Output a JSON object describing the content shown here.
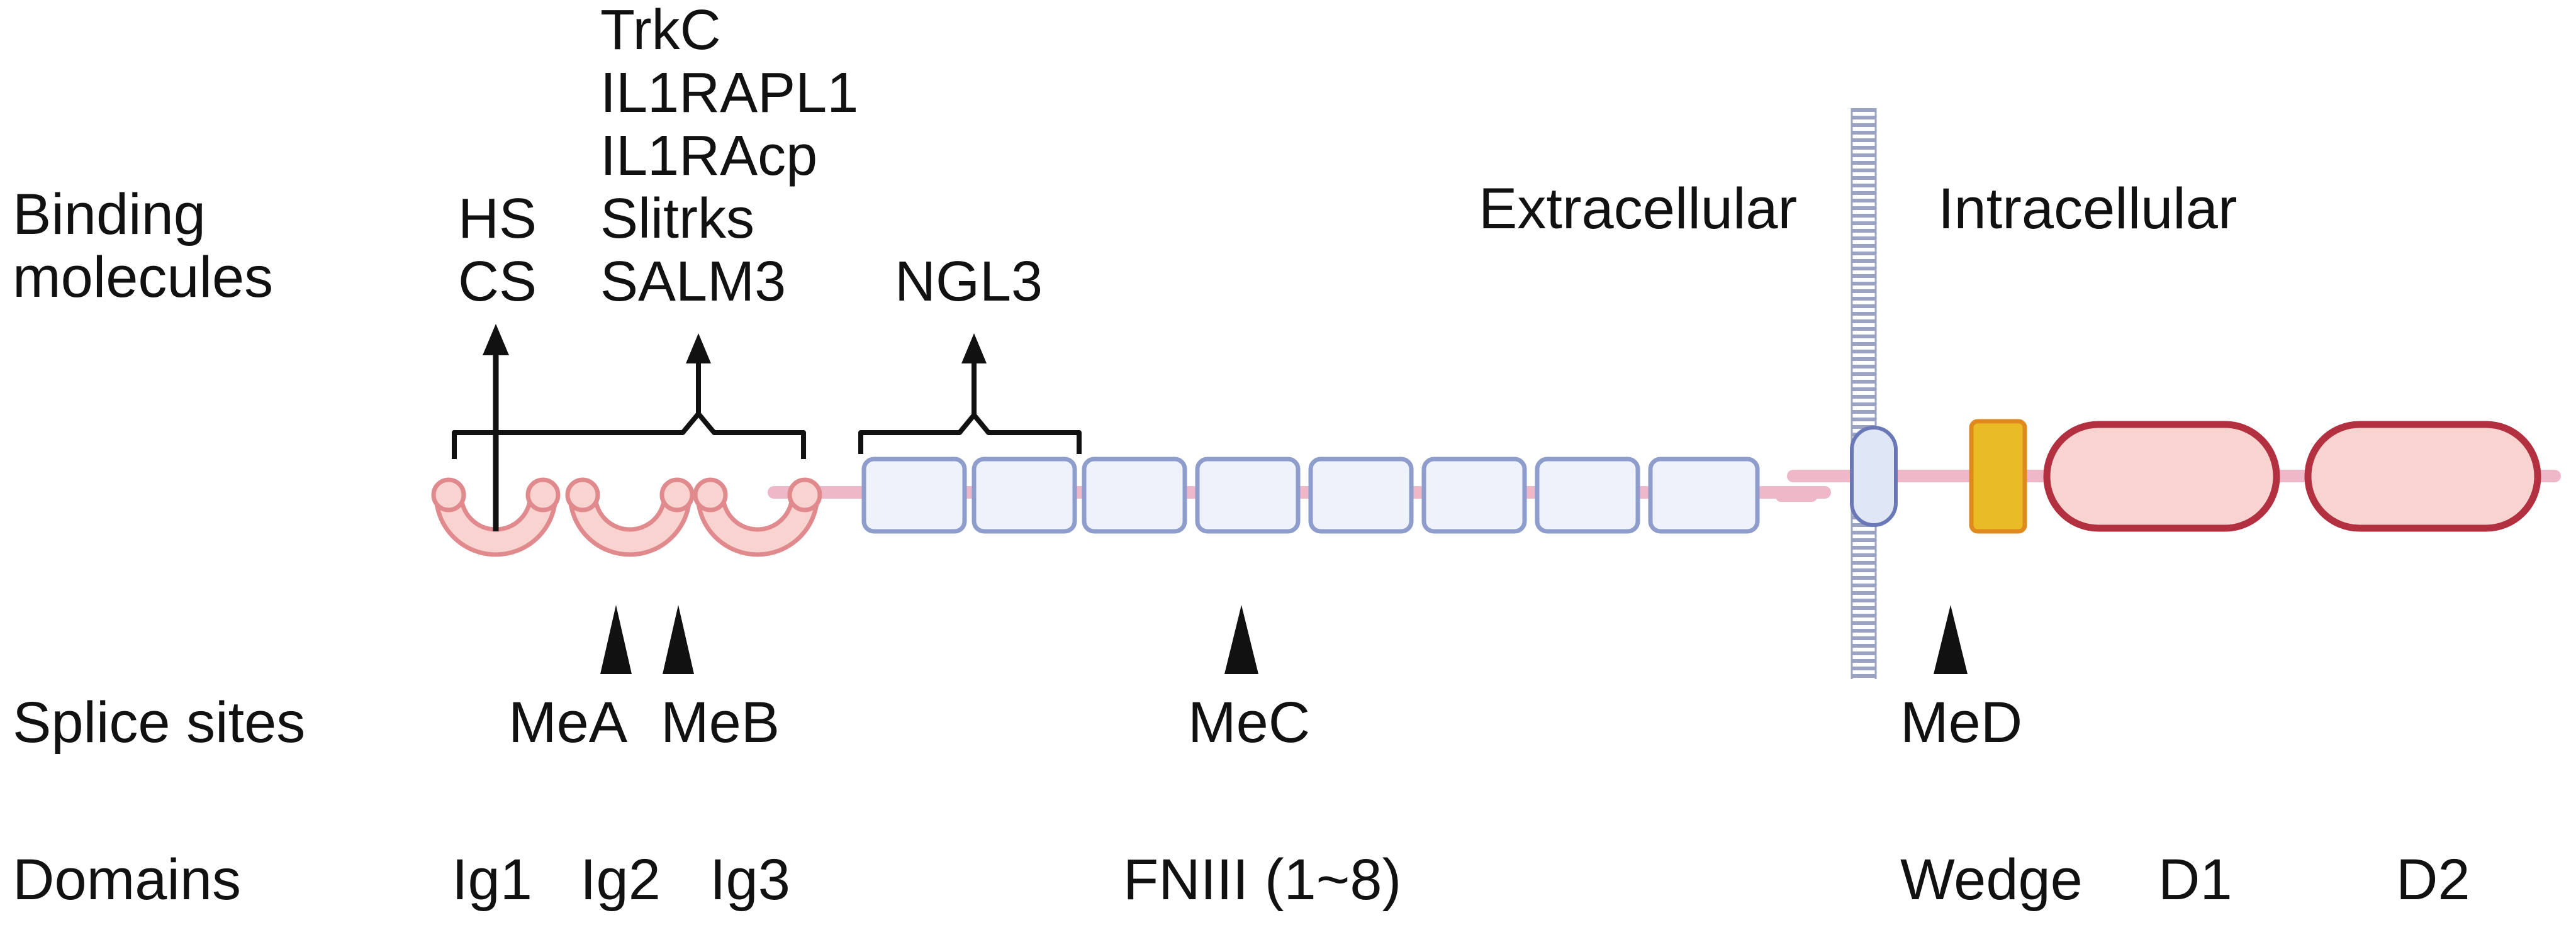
{
  "row_labels": {
    "binding": [
      "Binding",
      "molecules"
    ],
    "splice": "Splice sites",
    "domains": "Domains"
  },
  "compartments": {
    "extracellular": "Extracellular",
    "intracellular": "Intracellular"
  },
  "binding_molecules": {
    "ig1": [
      "HS",
      "CS"
    ],
    "ig2_ig3": [
      "TrkC",
      "IL1RAPL1",
      "IL1RAcp",
      "Slitrks",
      "SALM3"
    ],
    "fn": [
      "NGL3"
    ]
  },
  "splice_sites": [
    "MeA",
    "MeB",
    "MeC",
    "MeD"
  ],
  "domains": [
    "Ig1",
    "Ig2",
    "Ig3",
    "FNIII (1~8)",
    "Wedge",
    "D1",
    "D2"
  ],
  "colors": {
    "ig_fill": "#f9d3d0",
    "ig_stroke": "#e08a8d",
    "fn_fill": "#eef3fb",
    "fn_stroke": "#8e9dcc",
    "backbone": "#efb8c8",
    "membrane": "#9aa4c2",
    "tm_fill": "#dfe6f5",
    "tm_stroke": "#6a78b8",
    "wedge_fill": "#e9bc25",
    "wedge_stroke": "#e08a1e",
    "phosphatase_fill": "#f9d3d0",
    "phosphatase_stroke": "#b23040",
    "arrow": "#111111"
  }
}
